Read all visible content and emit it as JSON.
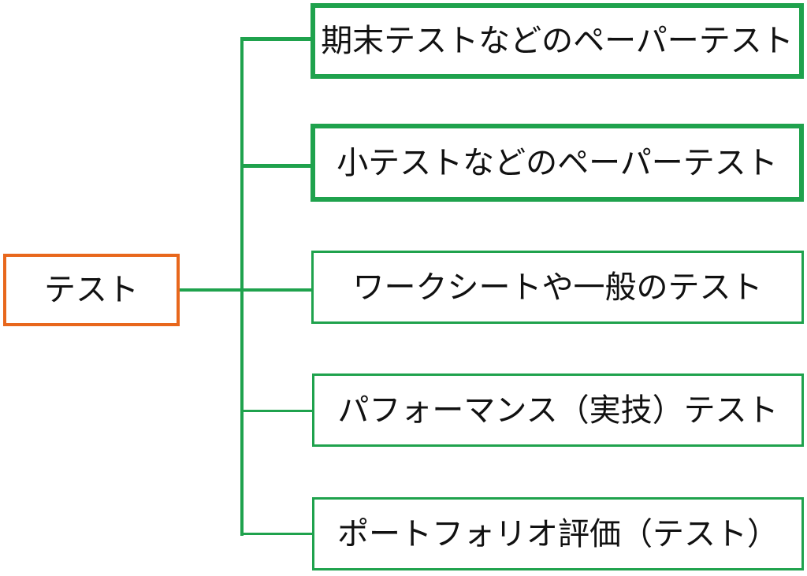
{
  "diagram": {
    "root": {
      "label": "テスト"
    },
    "children": [
      {
        "label": "期末テストなどのペーパーテスト",
        "border_weight": "thick"
      },
      {
        "label": "小テストなどのペーパーテスト",
        "border_weight": "thick"
      },
      {
        "label": "ワークシートや一般のテスト",
        "border_weight": "thin"
      },
      {
        "label": "パフォーマンス（実技）テスト",
        "border_weight": "thin"
      },
      {
        "label": "ポートフォリオ評価（テスト）",
        "border_weight": "thin"
      }
    ]
  },
  "colors": {
    "root_border": "#E8671C",
    "child_border": "#1FA24D",
    "connector": "#1FA24D",
    "text": "#111111",
    "background": "#FFFFFF"
  }
}
